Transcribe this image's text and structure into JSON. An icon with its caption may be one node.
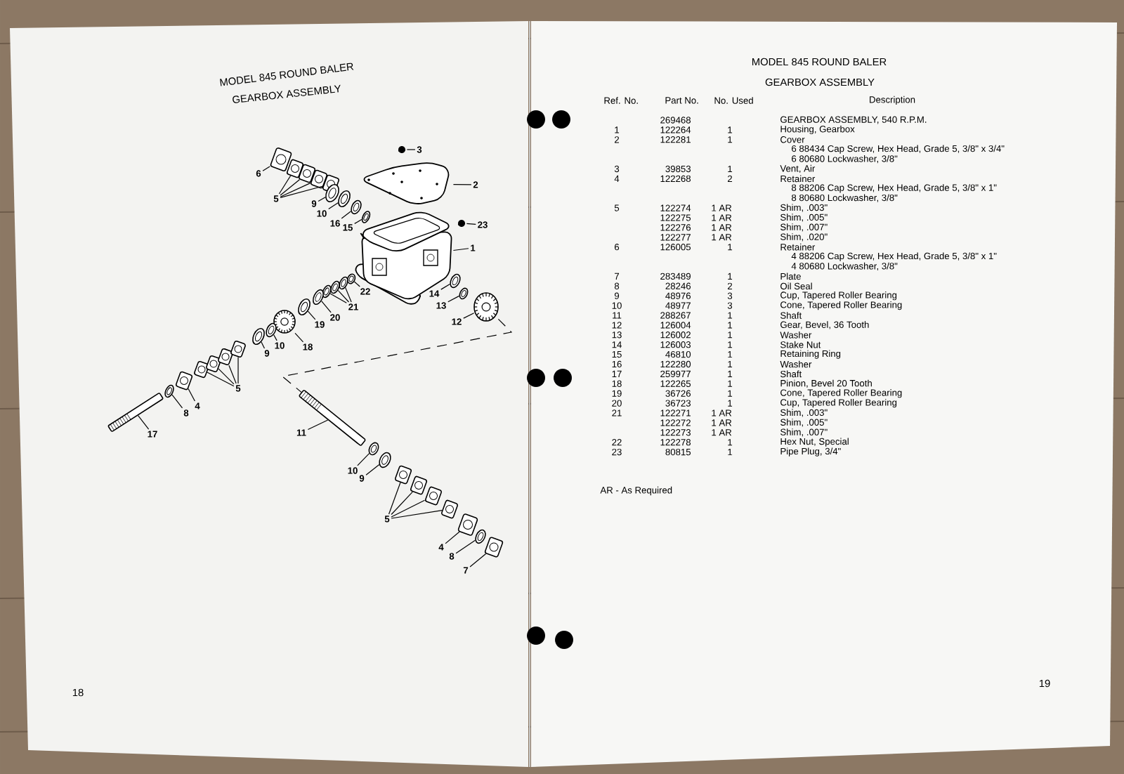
{
  "diagram": {
    "nodes": [
      {
        "text": [
          "3"
        ]
      },
      {
        "text": [],
        "shape": "picture"
      },
      {
        "text": [
          "2"
        ]
      },
      {
        "text": [],
        "shape": "picture"
      },
      {
        "text": [
          "1"
        ]
      },
      {
        "text": [],
        "shape": "picture"
      },
      {
        "text": [
          "23"
        ]
      },
      {
        "text": [],
        "shape": "picture"
      },
      {
        "text": [
          "6"
        ]
      },
      {
        "text": [],
        "shape": "box"
      },
      {
        "text": [
          "5"
        ]
      },
      {
        "text": [],
        "shape": "box"
      },
      {
        "text": [],
        "shape": "box"
      },
      {
        "text": [],
        "shape": "box"
      },
      {
        "text": [],
        "shape": "box"
      },
      {
        "text": [
          "9"
        ]
      },
      {
        "text": [],
        "shape": "circle"
      },
      {
        "text": [
          "10"
        ]
      },
      {
        "text": [],
        "shape": "circle"
      },
      {
        "text": [
          "16"
        ]
      },
      {
        "text": [],
        "shape": "circle"
      },
      {
        "text": [
          "15"
        ]
      },
      {
        "text": [],
        "shape": "circle"
      },
      {
        "text": [
          "22"
        ]
      },
      {
        "text": [],
        "shape": "circle"
      },
      {
        "text": [
          "21"
        ]
      },
      {
        "text": [],
        "shape": "circle"
      },
      {
        "text": [],
        "shape": "circle"
      },
      {
        "text": [],
        "shape": "circle"
      },
      {
        "text": [
          "20"
        ]
      },
      {
        "text": [],
        "shape": "circle"
      },
      {
        "text": [
          "19"
        ]
      },
      {
        "text": [],
        "shape": "circle"
      },
      {
        "text": [
          "18"
        ]
      },
      {
        "text": [],
        "shape": "picture"
      },
      {
        "text": [
          "10"
        ]
      },
      {
        "text": [],
        "shape": "circle"
      },
      {
        "text": [
          "9"
        ]
      },
      {
        "text": [],
        "shape": "circle"
      },
      {
        "text": [
          "14"
        ]
      },
      {
        "text": [],
        "shape": "circle"
      },
      {
        "text": [
          "13"
        ]
      },
      {
        "text": [],
        "shape": "circle"
      },
      {
        "text": [
          "12"
        ]
      },
      {
        "text": [],
        "shape": "picture"
      },
      {
        "text": [
          "5"
        ]
      },
      {
        "text": [],
        "shape": "box"
      },
      {
        "text": [],
        "shape": "box"
      },
      {
        "text": [],
        "shape": "box"
      },
      {
        "text": [],
        "shape": "box"
      },
      {
        "text": [
          "4"
        ]
      },
      {
        "text": [],
        "shape": "box"
      },
      {
        "text": [
          "8"
        ]
      },
      {
        "text": [],
        "shape": "circle"
      },
      {
        "text": [
          "17"
        ]
      },
      {
        "text": [],
        "shape": "picture"
      },
      {
        "text": [
          "11"
        ]
      },
      {
        "text": [],
        "shape": "picture"
      },
      {
        "text": [
          "10"
        ]
      },
      {
        "text": [],
        "shape": "circle"
      },
      {
        "text": [
          "9"
        ]
      },
      {
        "text": [],
        "shape": "circle"
      },
      {
        "text": [
          "5"
        ]
      },
      {
        "text": [],
        "shape": "box"
      },
      {
        "text": [],
        "shape": "box"
      },
      {
        "text": [],
        "shape": "box"
      },
      {
        "text": [],
        "shape": "box"
      },
      {
        "text": [
          "4"
        ]
      },
      {
        "text": [],
        "shape": "box"
      },
      {
        "text": [
          "8"
        ]
      },
      {
        "text": [],
        "shape": "circle"
      },
      {
        "text": [
          "7"
        ]
      },
      {
        "text": [],
        "shape": "box"
      }
    ],
    "edges": [
      {
        "from": 0,
        "to": 1,
        "arrow": "none"
      },
      {
        "from": 2,
        "to": 3,
        "arrow": "none"
      },
      {
        "from": 4,
        "to": 5,
        "arrow": "none"
      },
      {
        "from": 6,
        "to": 7,
        "arrow": "none"
      },
      {
        "from": 8,
        "to": 9,
        "arrow": "none"
      },
      {
        "from": 10,
        "to": 11,
        "arrow": "none"
      },
      {
        "from": 10,
        "to": 12,
        "arrow": "none"
      },
      {
        "from": 10,
        "to": 13,
        "arrow": "none"
      },
      {
        "from": 10,
        "to": 14,
        "arrow": "none"
      },
      {
        "from": 15,
        "to": 16,
        "arrow": "none"
      },
      {
        "from": 17,
        "to": 18,
        "arrow": "none"
      },
      {
        "from": 19,
        "to": 20,
        "arrow": "none"
      },
      {
        "from": 21,
        "to": 22,
        "arrow": "none"
      },
      {
        "from": 23,
        "to": 24,
        "arrow": "none"
      },
      {
        "from": 25,
        "to": 26,
        "arrow": "none"
      },
      {
        "from": 25,
        "to": 27,
        "arrow": "none"
      },
      {
        "from": 25,
        "to": 28,
        "arrow": "none"
      },
      {
        "from": 29,
        "to": 30,
        "arrow": "none"
      },
      {
        "from": 31,
        "to": 32,
        "arrow": "none"
      },
      {
        "from": 33,
        "to": 34,
        "arrow": "none"
      },
      {
        "from": 35,
        "to": 36,
        "arrow": "none"
      },
      {
        "from": 37,
        "to": 38,
        "arrow": "none"
      },
      {
        "from": 39,
        "to": 40,
        "arrow": "none"
      },
      {
        "from": 41,
        "to": 42,
        "arrow": "none"
      },
      {
        "from": 43,
        "to": 44,
        "arrow": "none"
      },
      {
        "from": 45,
        "to": 46,
        "arrow": "none"
      },
      {
        "from": 45,
        "to": 47,
        "arrow": "none"
      },
      {
        "from": 45,
        "to": 48,
        "arrow": "none"
      },
      {
        "from": 45,
        "to": 49,
        "arrow": "none"
      },
      {
        "from": 50,
        "to": 51,
        "arrow": "none"
      },
      {
        "from": 52,
        "to": 53,
        "arrow": "none"
      },
      {
        "from": 54,
        "to": 55,
        "arrow": "none"
      },
      {
        "from": 56,
        "to": 57,
        "arrow": "none"
      },
      {
        "from": 58,
        "to": 59,
        "arrow": "none"
      },
      {
        "from": 60,
        "to": 61,
        "arrow": "none"
      },
      {
        "from": 62,
        "to": 63,
        "arrow": "none"
      },
      {
        "from": 62,
        "to": 64,
        "arrow": "none"
      },
      {
        "from": 62,
        "to": 65,
        "arrow": "none"
      },
      {
        "from": 62,
        "to": 66,
        "arrow": "none"
      },
      {
        "from": 67,
        "to": 68,
        "arrow": "none"
      },
      {
        "from": 69,
        "to": 70,
        "arrow": "none"
      },
      {
        "from": 71,
        "to": 72,
        "arrow": "none"
      },
      {
        "from": 44,
        "to": 57,
        "arrow": "none",
        "style": "dashed"
      }
    ],
    "labels": [
      "MODEL 845 ROUND BALER",
      "GEARBOX ASSEMBLY",
      "MODEL 845 ROUND BALER",
      "GEARBOX ASSEMBLY",
      "Ref. No.",
      "Part No.",
      "No. Used",
      "Description",
      "269468",
      "GEARBOX ASSEMBLY, 540 R.P.M.",
      "1",
      "122264",
      "1",
      "Housing, Gearbox",
      "2",
      "122281",
      "1",
      "Cover",
      "6 88434 Cap Screw, Hex Head, Grade 5, 3/8\" x 3/4\"",
      "6 80680 Lockwasher, 3/8\"",
      "3",
      "39853",
      "1",
      "Vent, Air",
      "4",
      "122268",
      "2",
      "Retainer",
      "8 88206 Cap Screw, Hex Head, Grade 5, 3/8\" x 1\"",
      "8 80680 Lockwasher, 3/8\"",
      "5",
      "122274",
      "1 AR",
      "Shim, .003\"",
      "122275",
      "1 AR",
      "Shim, .005\"",
      "122276",
      "1 AR",
      "Shim, .007\"",
      "122277",
      "1 AR",
      "Shim, .020\"",
      "6",
      "126005",
      "1",
      "Retainer",
      "4 88206 Cap Screw, Hex Head, Grade 5, 3/8\" x 1\"",
      "4 80680 Lockwasher, 3/8\"",
      "7",
      "283489",
      "1",
      "Plate",
      "8",
      "28246",
      "2",
      "Oil Seal",
      "9",
      "48976",
      "3",
      "Cup, Tapered Roller Bearing",
      "10",
      "48977",
      "3",
      "Cone, Tapered Roller Bearing",
      "11",
      "288267",
      "1",
      "Shaft",
      "12",
      "126004",
      "1",
      "Gear, Bevel, 36 Tooth",
      "13",
      "126002",
      "1",
      "Washer",
      "14",
      "126003",
      "1",
      "Stake Nut",
      "15",
      "46810",
      "1",
      "Retaining Ring",
      "16",
      "122280",
      "1",
      "Washer",
      "17",
      "259977",
      "1",
      "Shaft",
      "18",
      "122265",
      "1",
      "Pinion, Bevel 20 Tooth",
      "19",
      "36726",
      "1",
      "Cone, Tapered Roller Bearing",
      "20",
      "36723",
      "1",
      "Cup, Tapered Roller Bearing",
      "21",
      "122271",
      "1 AR",
      "Shim, .003\"",
      "122272",
      "1 AR",
      "Shim, .005\"",
      "122273",
      "1 AR",
      "Shim, .007\"",
      "22",
      "122278",
      "1",
      "Hex Nut, Special",
      "23",
      "80815",
      "1",
      "Pipe Plug, 3/4\"",
      "AR - As Required",
      "18",
      "19"
    ]
  }
}
